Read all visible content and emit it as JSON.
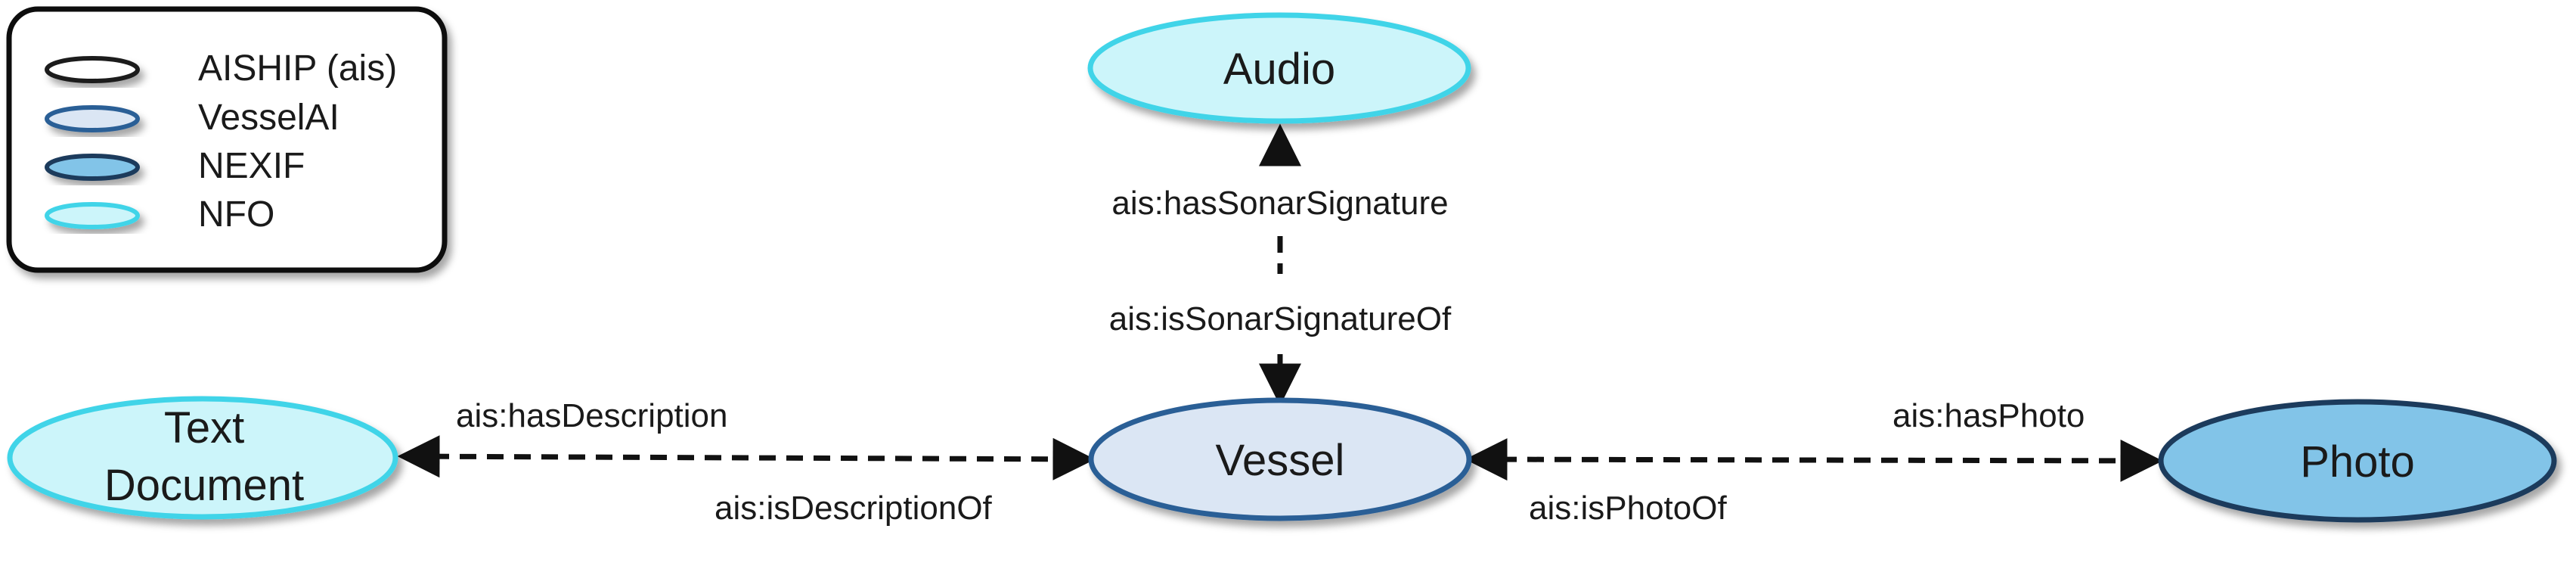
{
  "legend": {
    "items": [
      {
        "label": "AISHIP (ais)",
        "fill": "#ffffff",
        "stroke": "#1a1a1a"
      },
      {
        "label": "VesselAI",
        "fill": "#dbe6f4",
        "stroke": "#2b5e96"
      },
      {
        "label": "NEXIF",
        "fill": "#82c4e8",
        "stroke": "#1a3a5c"
      },
      {
        "label": "NFO",
        "fill": "#ccf5fa",
        "stroke": "#40d4e8"
      }
    ]
  },
  "nodes": {
    "audio": {
      "label": "Audio",
      "fill": "#ccf5fa",
      "stroke": "#40d4e8"
    },
    "vessel": {
      "label": "Vessel",
      "fill": "#dbe6f4",
      "stroke": "#2b5e96"
    },
    "text_document": {
      "label_line1": "Text",
      "label_line2": "Document",
      "fill": "#ccf5fa",
      "stroke": "#40d4e8"
    },
    "photo": {
      "label": "Photo",
      "fill": "#82c4e8",
      "stroke": "#1a3a5c"
    }
  },
  "edges": {
    "has_sonar_signature": "ais:hasSonarSignature",
    "is_sonar_signature_of": "ais:isSonarSignatureOf",
    "has_description": "ais:hasDescription",
    "is_description_of": "ais:isDescriptionOf",
    "has_photo": "ais:hasPhoto",
    "is_photo_of": "ais:isPhotoOf"
  },
  "colors": {
    "arrow": "#111111",
    "text": "#1a1a1a"
  }
}
